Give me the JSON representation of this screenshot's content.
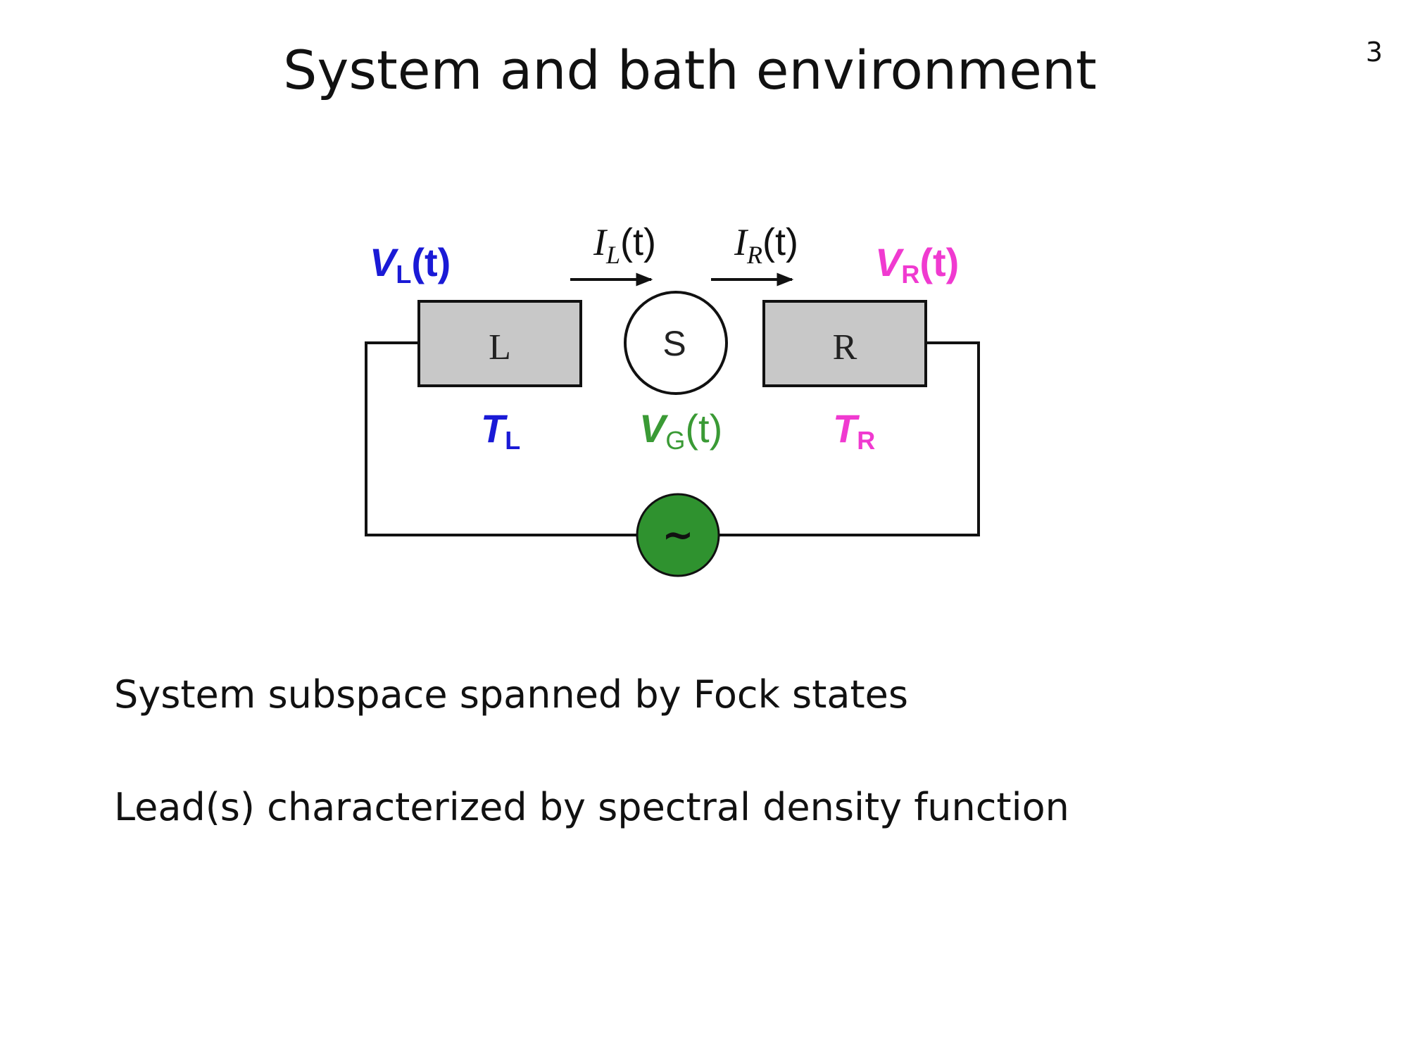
{
  "slide": {
    "title": "System and bath environment",
    "page_number": "3"
  },
  "diagram": {
    "left_voltage": {
      "main": "V",
      "sub": "L",
      "suffix": "(t)",
      "color": "#1a1ad6"
    },
    "right_voltage": {
      "main": "V",
      "sub": "R",
      "suffix": "(t)",
      "color": "#f03ad0"
    },
    "left_current": {
      "main": "I",
      "sub": "L",
      "suffix": "(t)"
    },
    "right_current": {
      "main": "I",
      "sub": "R",
      "suffix": "(t)"
    },
    "left_lead_label": "L",
    "right_lead_label": "R",
    "system_label": "S",
    "left_temperature": {
      "main": "T",
      "sub": "L",
      "color": "#1a1ad6"
    },
    "right_temperature": {
      "main": "T",
      "sub": "R",
      "color": "#f03ad0"
    },
    "gate_voltage": {
      "main": "V",
      "sub": "G",
      "suffix": "(t)",
      "color": "#3a9a35"
    },
    "ac_source_symbol": "~",
    "ac_source_color": "#2f922f",
    "lead_fill_color": "#c8c8c8"
  },
  "bullets": [
    "System subspace spanned by Fock states",
    "Lead(s) characterized by spectral density function"
  ]
}
